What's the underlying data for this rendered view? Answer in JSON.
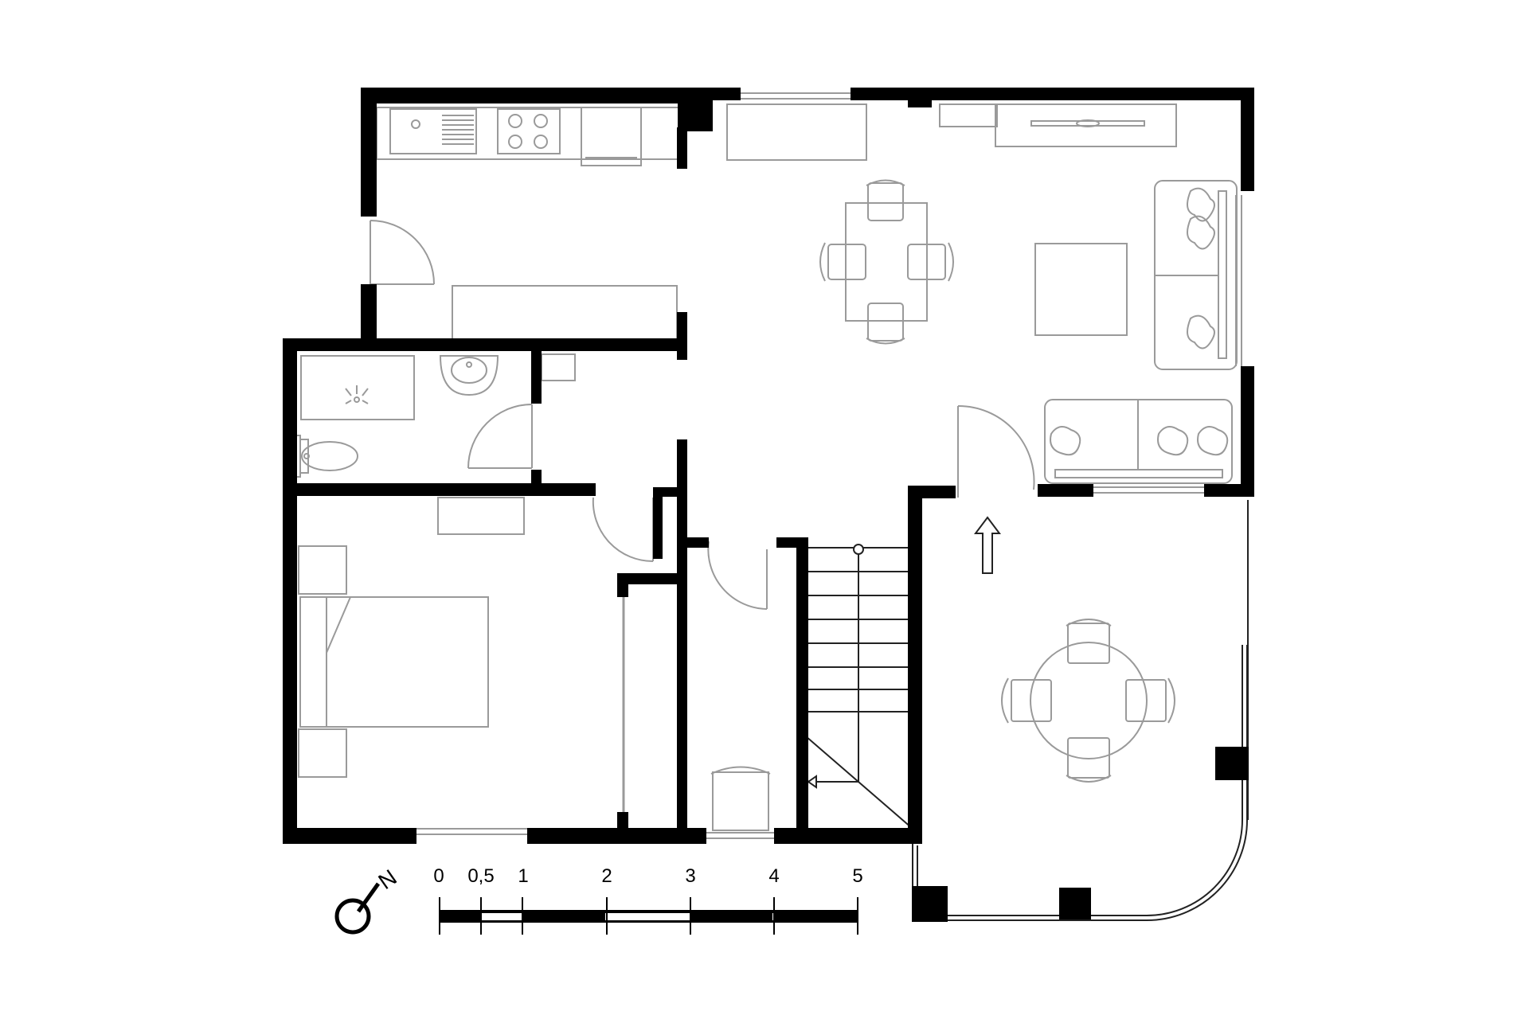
{
  "drawing": {
    "wall_color": "#000000",
    "furniture_color": "#9a9a9a",
    "line_color": "#222222"
  },
  "scale_bar": {
    "labels": [
      "0",
      "0,5",
      "1",
      "2",
      "3",
      "4",
      "5"
    ]
  },
  "north_arrow": {
    "letter": "N"
  },
  "entrance_arrow": {
    "icon": "up-arrow-icon"
  }
}
